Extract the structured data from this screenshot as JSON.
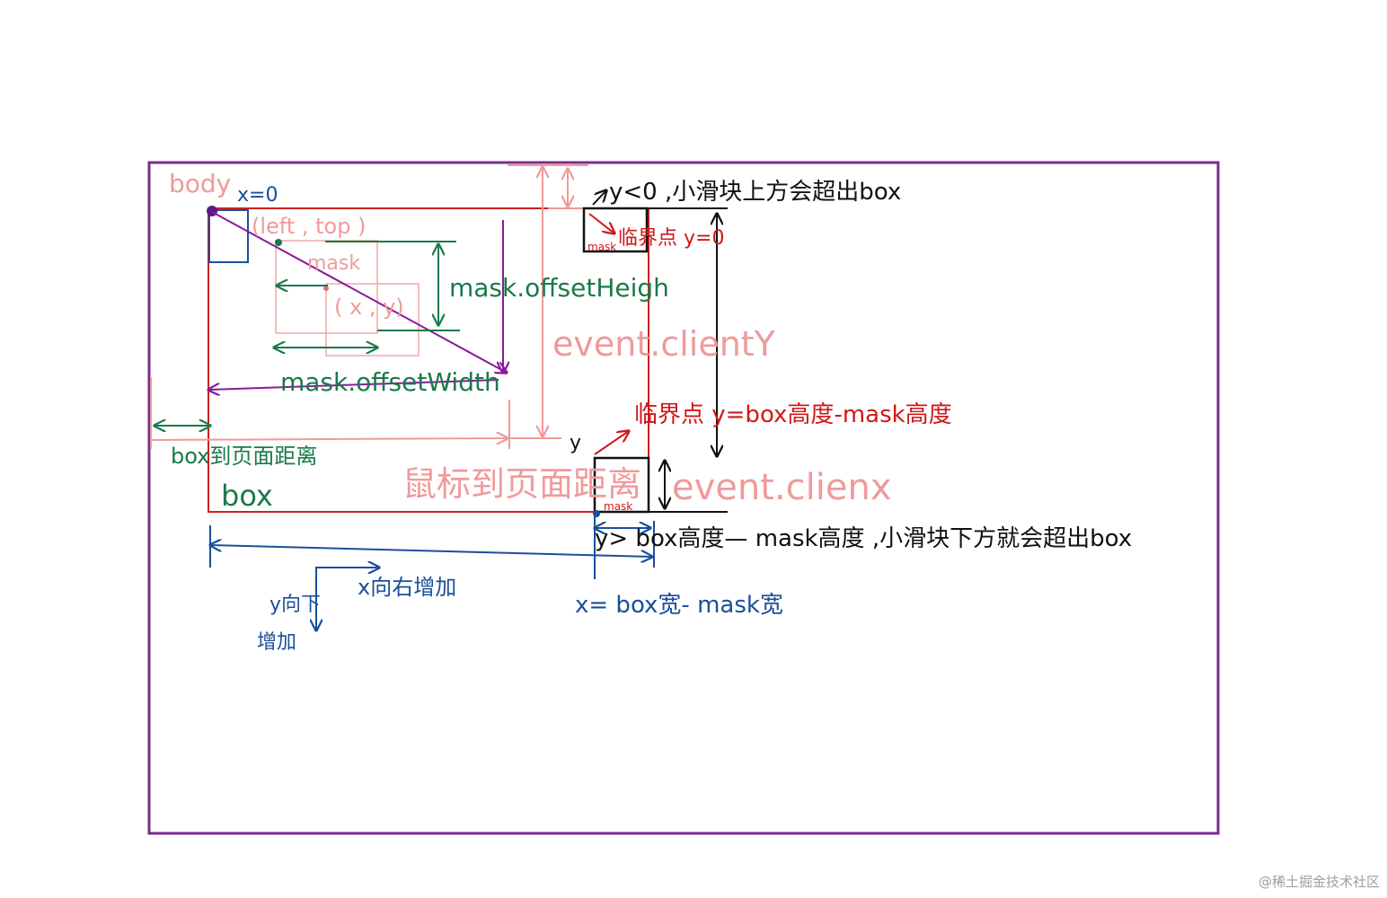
{
  "colors": {
    "body_border": "#7a2a8f",
    "box_border": "#cc2020",
    "pink": "#f09a9a",
    "green": "#1a7a4a",
    "blue": "#1a4f9a",
    "red": "#d01818",
    "black": "#111111",
    "purple": "#8a1a9a"
  },
  "labels": {
    "body": "body",
    "x_zero": "x=0",
    "left_top": "(left , top )",
    "mask": "mask",
    "xy": "( x , y)",
    "mask_offset_height": "mask.offsetHeigh",
    "mask_offset_width": "mask.offsetWidth",
    "event_clienty": "event.clientY",
    "event_clienx": "event.clienx",
    "mouse_to_page": "鼠标到页面距离",
    "box_to_page": "box到页面距离",
    "box": "box",
    "y_lt_zero": "y<0 ,小滑块上方会超出box",
    "critical_top": "临界点 y=0",
    "mask_small_top": "mask",
    "critical_bottom": "临界点 y=box高度-mask高度",
    "y_label": "y",
    "mask_small_bottom": "mask",
    "y_gt": "y> box高度— mask高度 ,小滑块下方就会超出box",
    "x_right": "x向右增加",
    "y_down_1": "y向下",
    "y_down_2": "增加",
    "x_eq": "x= box宽- mask宽"
  },
  "watermark": "@稀土掘金技术社区"
}
